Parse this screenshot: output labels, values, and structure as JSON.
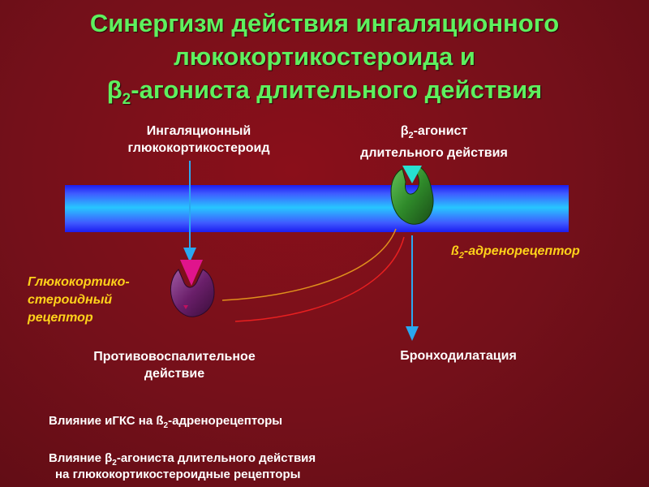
{
  "title": {
    "line1": "Синергизм действия ингаляционного",
    "line2": "люкокортикостероида и",
    "line3_pre": "β",
    "line3_sub": "2",
    "line3_post": "-агониста длительного действия"
  },
  "labels": {
    "igcs_line1": "Ингаляционный",
    "igcs_line2": "глюкокортикостероид",
    "laba_line1_pre": "β",
    "laba_line1_sub": "2",
    "laba_line1_post": "-агонист",
    "laba_line2": "длительного действия",
    "beta_receptor_pre": "ß",
    "beta_receptor_sub": "2",
    "beta_receptor_post": "-адренорецептор",
    "gc_receptor_line1": "Глюкокортико-",
    "gc_receptor_line2": "стероидный",
    "gc_receptor_line3": "рецептор",
    "anti_inflam_line1": "Противовоспалительное",
    "anti_inflam_line2": "действие",
    "bronchodilation": "Бронходилатация"
  },
  "notes": {
    "note1_pre": "Влияние иГКС на ß",
    "note1_sub": "2",
    "note1_post": "-адренорецепторы",
    "note2_pre": "Влияние β",
    "note2_sub": "2",
    "note2_post": "-агониста  длительного действия",
    "note3": "на глюкокортикостероидные рецепторы"
  },
  "colors": {
    "title_green": "#5ef05e",
    "label_yellow": "#ffd21a",
    "arrow_blue": "#2aa8f0",
    "beta_receptor_green": "#2f8a2a",
    "gc_receptor_purple": "#6a1f6a",
    "magenta_ligand": "#e0148c",
    "cyan_ligand": "#27e0d0"
  }
}
